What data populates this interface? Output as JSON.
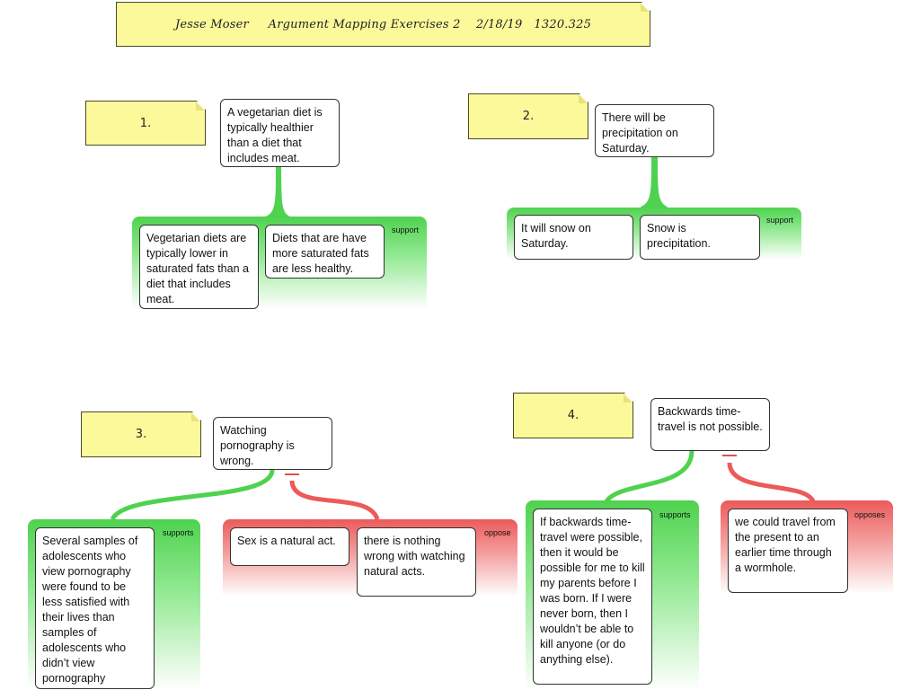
{
  "header": {
    "author": "Jesse Moser",
    "title": "Argument Mapping Exercises 2",
    "date": "2/18/19",
    "course": "1320.325"
  },
  "exercises": [
    {
      "number": "1.",
      "claim": "A vegetarian diet is typically healthier than a diet that includes meat.",
      "groups": [
        {
          "type": "support",
          "label": "support",
          "reasons": [
            "Vegetarian diets are typically lower in saturated fats than a diet that includes meat.",
            "Diets that are have more saturated fats are less healthy."
          ]
        }
      ]
    },
    {
      "number": "2.",
      "claim": "There will be precipitation on Saturday.",
      "groups": [
        {
          "type": "support",
          "label": "support",
          "reasons": [
            "It will snow on Saturday.",
            "Snow is precipitation."
          ]
        }
      ]
    },
    {
      "number": "3.",
      "claim": "Watching pornography is wrong.",
      "groups": [
        {
          "type": "support",
          "label": "supports",
          "reasons": [
            "Several samples of adolescents who view pornography were found to be less satisfied with their lives than samples of adolescents who didn’t view pornography"
          ]
        },
        {
          "type": "oppose",
          "label": "oppose",
          "reasons": [
            "Sex is a natural act.",
            "there is nothing wrong with watching natural acts."
          ]
        }
      ]
    },
    {
      "number": "4.",
      "claim": "Backwards time-travel is not possible.",
      "groups": [
        {
          "type": "support",
          "label": "supports",
          "reasons": [
            "If backwards time-travel were possible, then it would be possible for me to kill my parents before I was born. If I were never born, then I wouldn’t be able to kill anyone (or do anything else)."
          ]
        },
        {
          "type": "oppose",
          "label": "opposes",
          "reasons": [
            "we could travel from the present to an earlier time through a wormhole."
          ]
        }
      ]
    }
  ],
  "colors": {
    "support": "#4fd24f",
    "oppose": "#ec5a5a",
    "note": "#fcf99a"
  }
}
